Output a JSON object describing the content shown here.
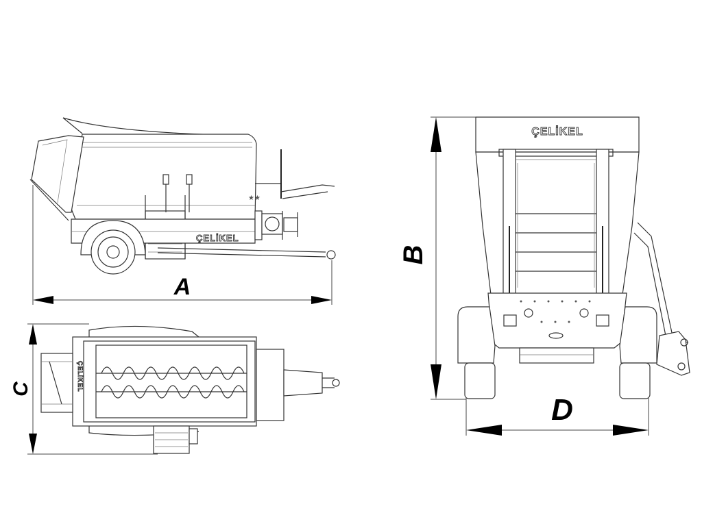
{
  "brand": {
    "name": "ÇELİKEL"
  },
  "dimensions": {
    "length_label": "A",
    "height_label": "B",
    "width_label": "C",
    "track_label": "D"
  },
  "views": [
    {
      "name": "side-view"
    },
    {
      "name": "top-view"
    },
    {
      "name": "rear-view"
    }
  ]
}
